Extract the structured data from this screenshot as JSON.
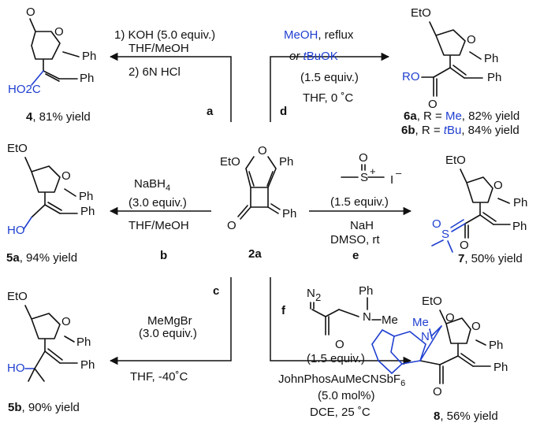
{
  "colors": {
    "text": "#111111",
    "highlight": "#1f3fd0"
  },
  "reactions": {
    "a": {
      "letter": "a",
      "line1": "1) KOH (5.0 equiv.)",
      "line2": "THF/MeOH",
      "line3": "2) 6N HCl"
    },
    "b": {
      "letter": "b",
      "line1_pre": "NaBH",
      "line1_sub": "4",
      "line2": "(3.0 equiv.)",
      "line3": "THF/MeOH"
    },
    "c": {
      "letter": "c",
      "line1": "MeMgBr",
      "line2": "(3.0 equiv.)",
      "line3": "THF, -40˚C"
    },
    "d": {
      "letter": "d",
      "line1_blue": "MeOH",
      "line1_rest": ", reflux",
      "line2_pre": "or ",
      "line2_blue": "t",
      "line2_post": "BuOK",
      "line3": "(1.5 equiv.)",
      "line4": "THF, 0 ˚C"
    },
    "e": {
      "letter": "e",
      "line1": "(1.5 equiv.)",
      "line2": "NaH",
      "line3": "DMSO, rt",
      "reagent_s": "S",
      "reagent_o": "O",
      "reagent_plus": "+",
      "reagent_i": "I",
      "reagent_minus": "–"
    },
    "f": {
      "letter": "f",
      "line1": "(1.5 equiv.)",
      "line2_pre": "JohnPhosAuMeCNSbF",
      "line2_sub": "6",
      "line3": "(5.0 mol%)",
      "line4": "DCE, 25 ˚C",
      "reagent_n2": "N",
      "reagent_n2_sub": "2",
      "reagent_n": "N",
      "reagent_ph": "Ph",
      "reagent_me": "Me",
      "reagent_o": "O"
    }
  },
  "compounds": {
    "c2a": {
      "label": "2a",
      "eto": "EtO",
      "o": "O",
      "ph1": "Ph",
      "ph2": "Ph",
      "carbonyl_o": "O"
    },
    "c4": {
      "label": "4",
      "yield": ", 81% yield",
      "o": "O",
      "ph1": "Ph",
      "ph2": "Ph",
      "acid": "HO",
      "acid_sub": "2",
      "acid_c": "C"
    },
    "c5a": {
      "label": "5a",
      "yield": ", 94% yield",
      "eto": "EtO",
      "o": "O",
      "ph1": "Ph",
      "ph2": "Ph",
      "ho": "HO"
    },
    "c5b": {
      "label": "5b",
      "yield": ", 90% yield",
      "eto": "EtO",
      "o": "O",
      "ph1": "Ph",
      "ph2": "Ph",
      "ho": "HO"
    },
    "c6": {
      "eto": "EtO",
      "o": "O",
      "ph1": "Ph",
      "ph2": "Ph",
      "ro": "RO",
      "carbonyl_o": "O",
      "label_a": "6a",
      "r_eq": ", R = ",
      "r_a": "Me",
      "yield_a": ", 82% yield",
      "label_b": "6b",
      "r_b_t": "t",
      "r_b_rest": "Bu",
      "yield_b": ", 84% yield"
    },
    "c7": {
      "label": "7",
      "yield": ", 50% yield",
      "eto": "EtO",
      "o": "O",
      "ph1": "Ph",
      "ph2": "Ph",
      "s": "S",
      "s_o": "O",
      "carbonyl_o": "O"
    },
    "c8": {
      "label": "8",
      "yield": ", 56% yield",
      "eto": "EtO",
      "o": "O",
      "ph1": "Ph",
      "ph2": "Ph",
      "me": "Me",
      "n": "N",
      "lactam_o": "O",
      "carbonyl_o": "O"
    }
  }
}
